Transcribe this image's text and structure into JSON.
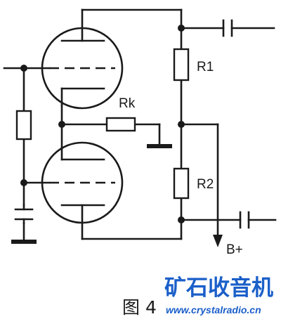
{
  "labels": {
    "r1": "R1",
    "r2": "R2",
    "rk": "Rk",
    "supply": "B+",
    "figure": "图 4"
  },
  "watermark": {
    "title": "矿石收音机",
    "url": "www.crystalradio.cn",
    "color": "#1b5fc9"
  },
  "icons": [
    "vacuum-tube-icon",
    "resistor-icon",
    "capacitor-icon",
    "ground-icon",
    "arrow-down-icon"
  ]
}
